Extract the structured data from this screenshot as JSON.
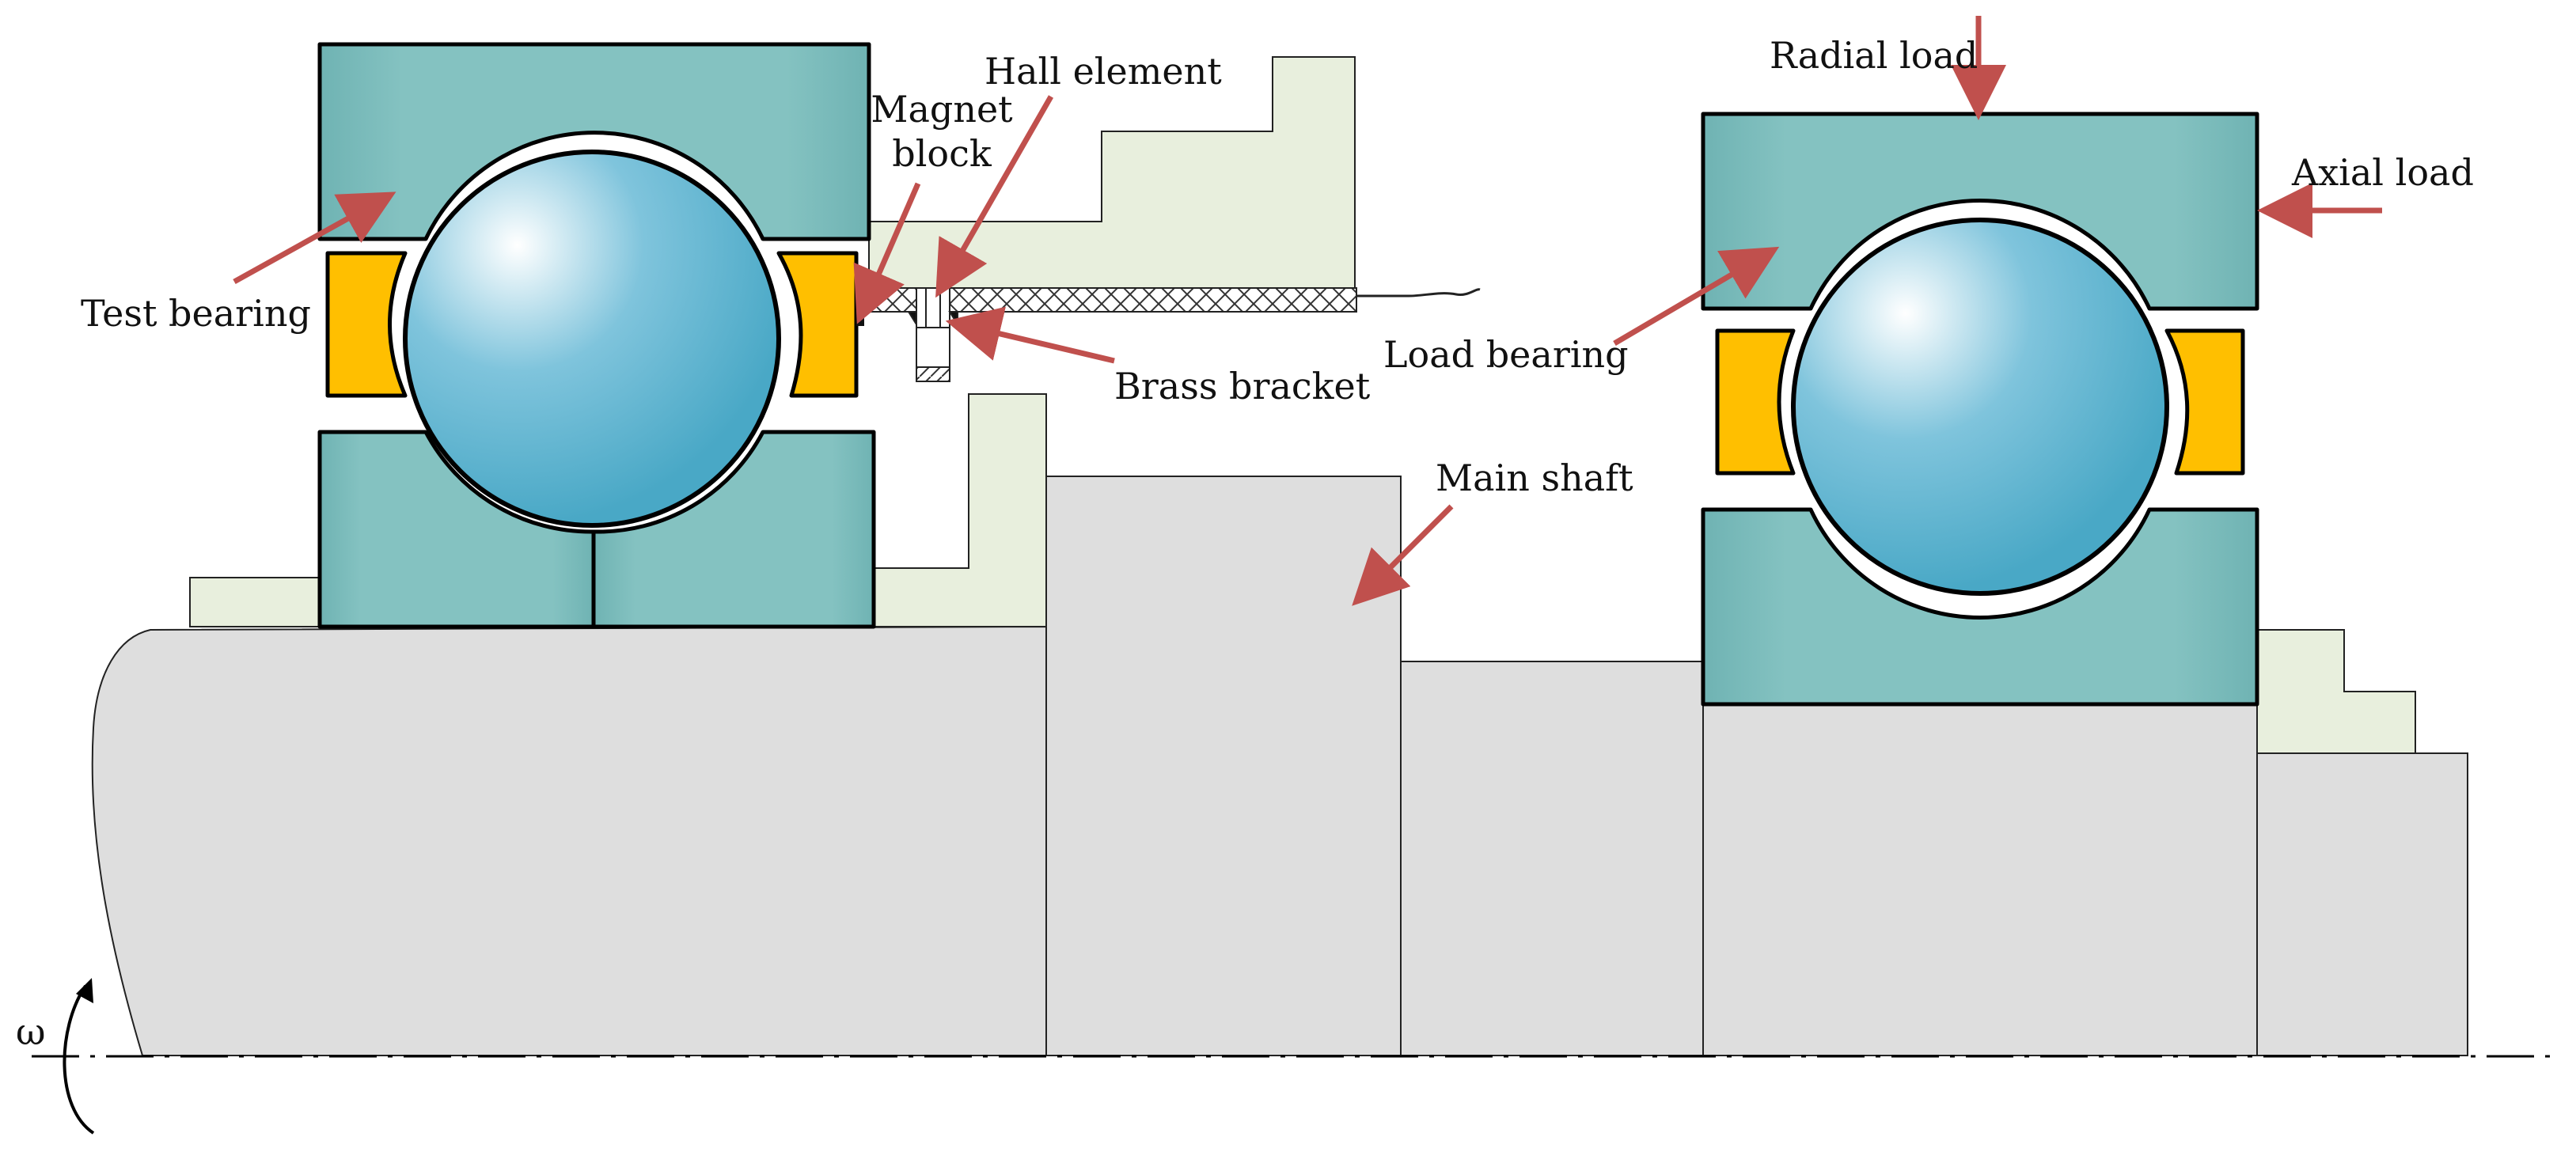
{
  "labels": {
    "test_bearing": "Test bearing",
    "magnet_block_line1": "Magnet",
    "magnet_block_line2": "block",
    "hall_element": "Hall element",
    "brass_bracket": "Brass bracket",
    "main_shaft": "Main shaft",
    "radial_load": "Radial load",
    "axial_load": "Axial load",
    "load_bearing": "Load bearing",
    "omega": "ω"
  },
  "colors": {
    "ring": "#7fbfbf",
    "ball": "#4aaac8",
    "cage": "#ffbf00",
    "shaft": "#dedede",
    "bracket": "#e8efdd",
    "arrow": "#c0504d",
    "outline": "#000000"
  }
}
